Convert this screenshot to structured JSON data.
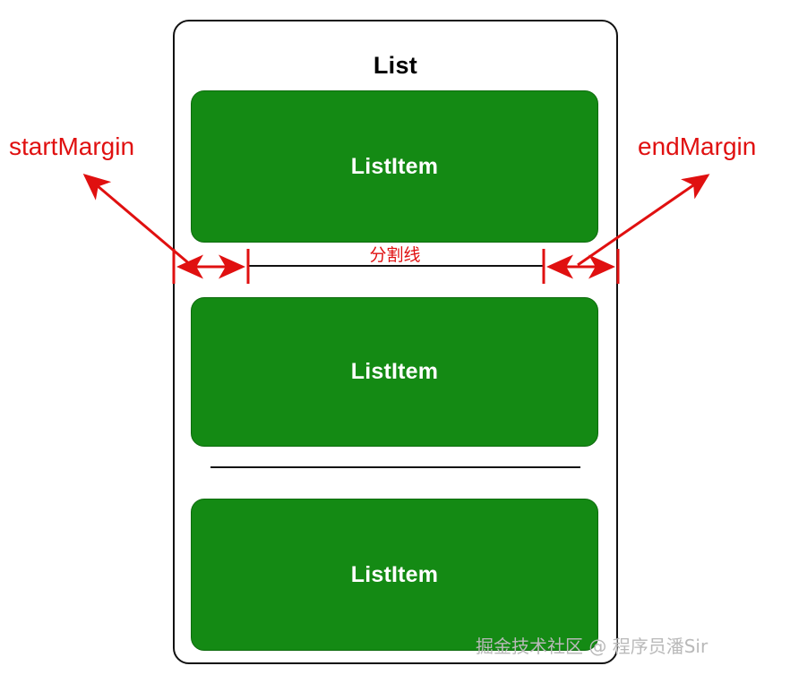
{
  "diagram": {
    "container": {
      "title": "List",
      "border_color": "#111111"
    },
    "items": [
      {
        "label": "ListItem"
      },
      {
        "label": "ListItem"
      },
      {
        "label": "ListItem"
      }
    ],
    "divider": {
      "label": "分割线",
      "color": "#111111",
      "label_color": "#e01010"
    },
    "annotations": {
      "accent_color": "#e01010",
      "start": {
        "label": "startMargin"
      },
      "end": {
        "label": "endMargin"
      }
    },
    "item_color": "#148a14",
    "item_text_color": "#ffffff"
  },
  "watermark": {
    "text": "掘金技术社区 @ 程序员潘Sir"
  }
}
